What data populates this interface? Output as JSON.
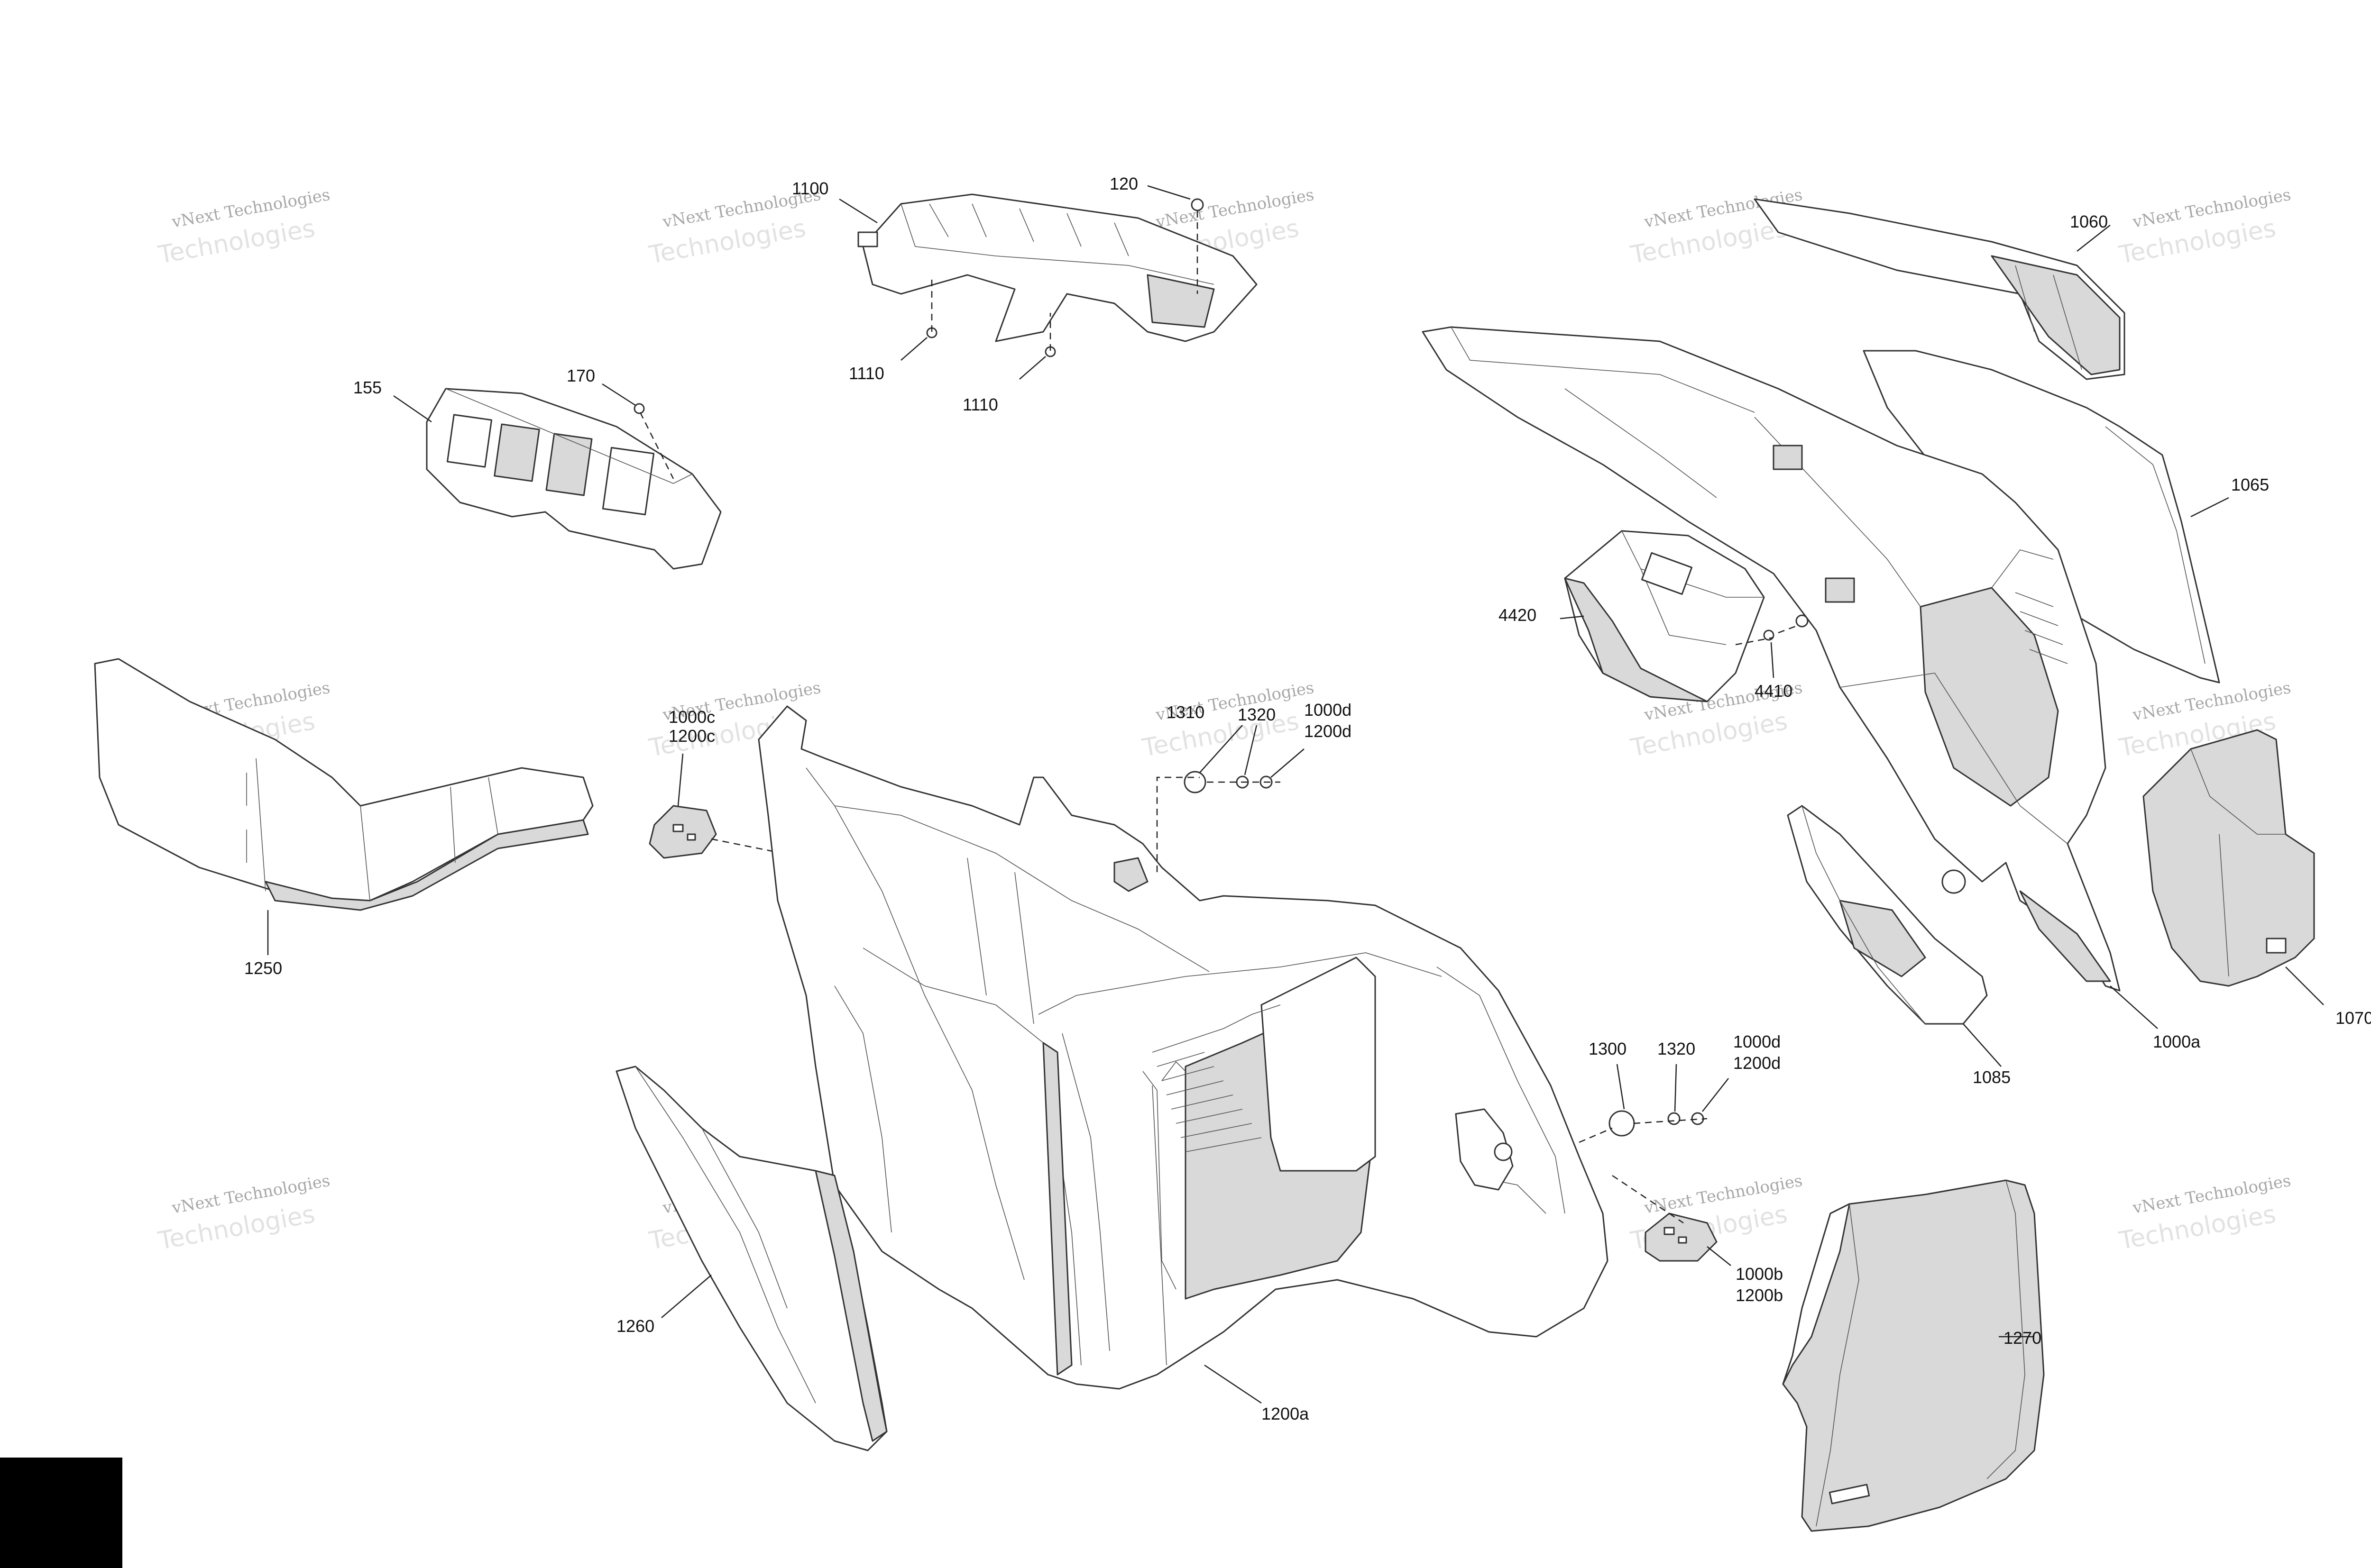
{
  "watermark": {
    "line1": "vNext Technologies",
    "line2": "Technologies"
  },
  "callouts": {
    "c1100": "1100",
    "c120": "120",
    "c1110a": "1110",
    "c1110b": "1110",
    "c155": "155",
    "c170": "170",
    "c1060": "1060",
    "c1065": "1065",
    "c4420": "4420",
    "c4410": "4410",
    "c1250": "1250",
    "c1000c": "1000c",
    "c1200c": "1200c",
    "c1310": "1310",
    "c1320a": "1320",
    "c1000d_a": "1000d",
    "c1200d_a": "1200d",
    "c1300": "1300",
    "c1320b": "1320",
    "c1000d_b": "1000d",
    "c1200d_b": "1200d",
    "c1000b": "1000b",
    "c1200b": "1200b",
    "c1260": "1260",
    "c1200a": "1200a",
    "c1270": "1270",
    "c1085": "1085",
    "c1000a": "1000a",
    "c1070": "1070"
  },
  "colors": {
    "shade": "#d9d9d9",
    "line": "#333333",
    "tab": "#000000"
  }
}
